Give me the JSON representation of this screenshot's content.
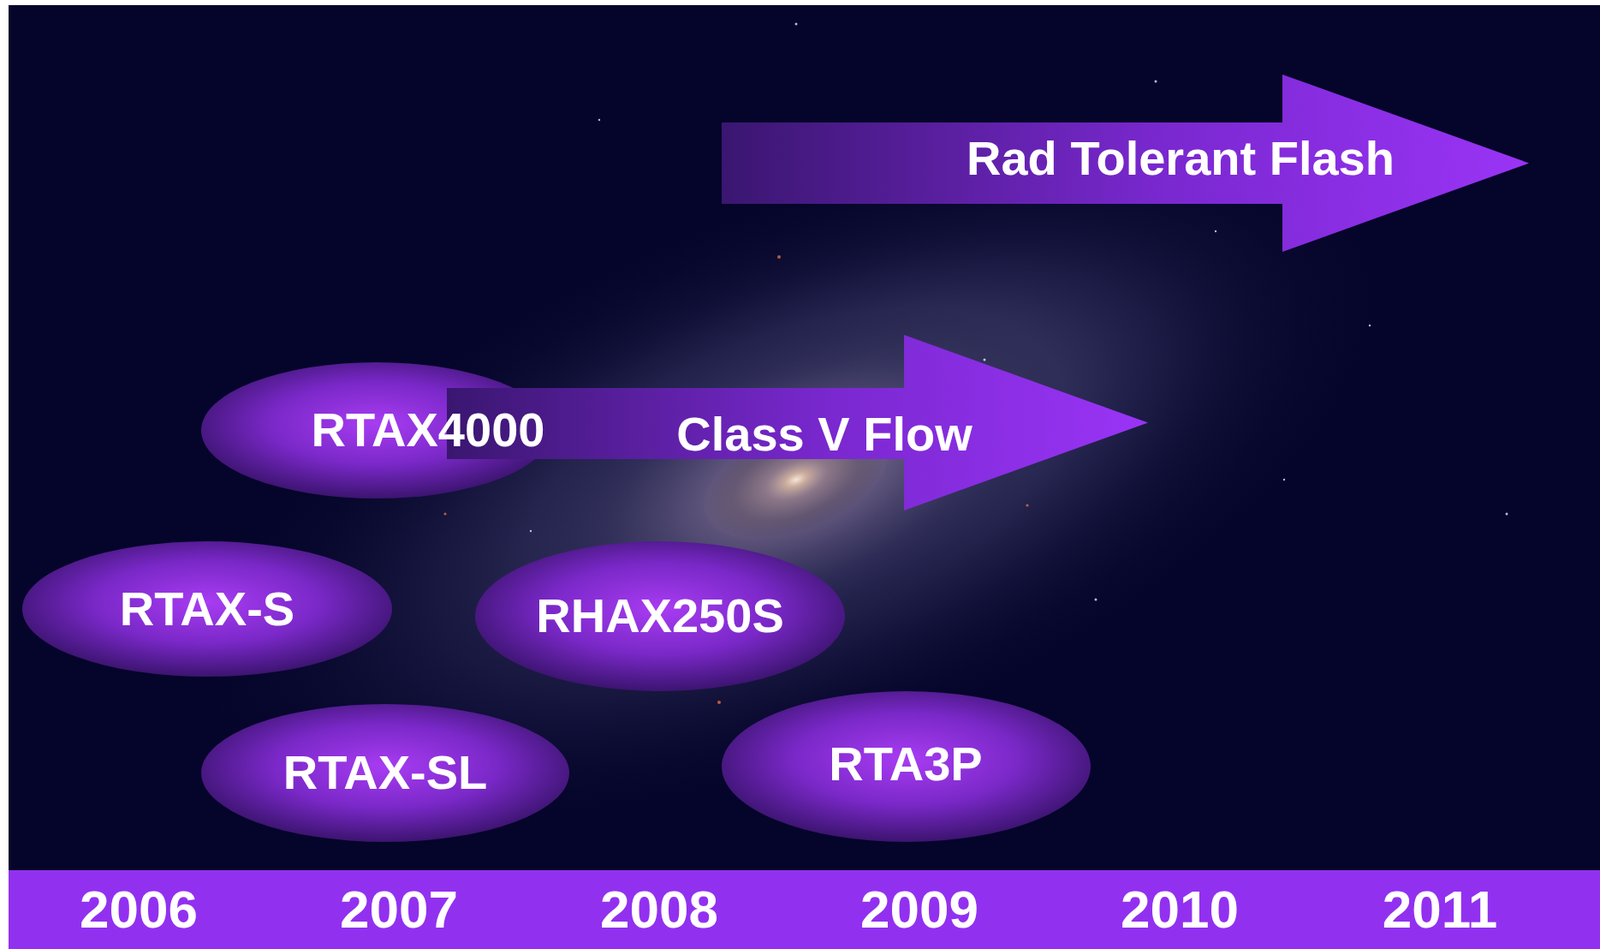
{
  "diagram": {
    "nodes": [
      {
        "text": [
          "Rad Tolerant Flash"
        ]
      },
      {
        "text": [
          "RTAX4000"
        ]
      },
      {
        "text": [
          "Class V Flow"
        ]
      },
      {
        "text": [
          "RTAX-S"
        ]
      },
      {
        "text": [
          "RHAX250S"
        ]
      },
      {
        "text": [
          "RTAX-SL"
        ]
      },
      {
        "text": [
          "RTA3P"
        ]
      }
    ],
    "labels": [
      "2006",
      "2007",
      "2008",
      "2009",
      "2010",
      "2011"
    ]
  }
}
